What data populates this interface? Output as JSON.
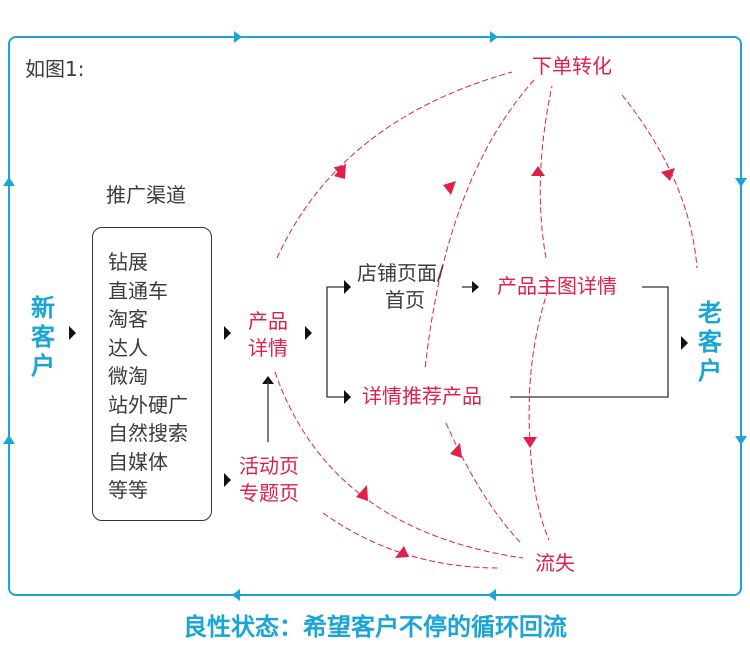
{
  "figure_label": "如图1:",
  "channels": {
    "title": "推广渠道",
    "items": [
      "钻展",
      "直通车",
      "淘客",
      "达人",
      "微淘",
      "站外硬广",
      "自然搜索",
      "自媒体",
      "等等"
    ]
  },
  "nodes": {
    "new_customer": "新客户",
    "old_customer": "老客户",
    "product_detail": [
      "产品",
      "详情"
    ],
    "activity_page": [
      "活动页",
      "专题页"
    ],
    "shop_page": [
      "店铺页面/",
      "首页"
    ],
    "main_image_detail": "产品主图详情",
    "detail_recommend": "详情推荐产品",
    "order_conversion": "下单转化",
    "churn": "流失"
  },
  "caption": "良性状态：希望客户不停的循环回流",
  "colors": {
    "cycle": "#1ba5d6",
    "flow": "#e0204a",
    "neutral": "#222222"
  }
}
